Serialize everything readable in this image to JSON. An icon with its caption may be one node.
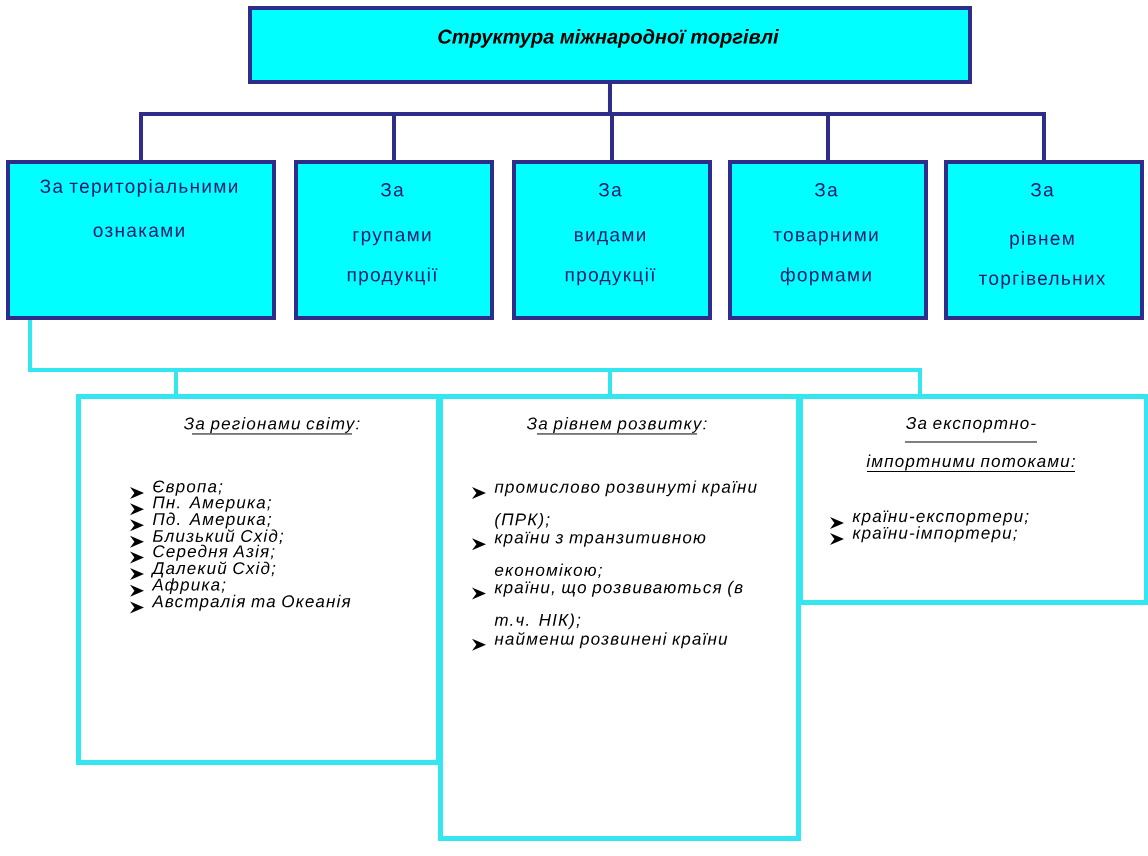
{
  "diagram": {
    "nodes": [
      {
        "text": [
          "Структура міжнародної торгівлі"
        ]
      },
      {
        "text": [
          "За територіальними ознаками"
        ]
      },
      {
        "text": [
          "За",
          "групами продукції"
        ]
      },
      {
        "text": [
          "За",
          "видами продукції"
        ]
      },
      {
        "text": [
          "За",
          "товарними формами"
        ]
      },
      {
        "text": [
          "За",
          "рівнем торгівельних"
        ]
      },
      {
        "text": [
          "За регіонами світу:",
          "Європа;",
          "Пн. Америка;",
          "Пд. Америка;",
          "Близький Схід;",
          "Середня Азія;",
          "Далекий Схід;",
          "Африка;",
          "Австралія та Океанія"
        ]
      },
      {
        "text": [
          "За рівнем розвитку:",
          "промислово розвинуті країни (ПРК);",
          "країни з транзитивною економікою;",
          "країни, що розвиваються (в т.ч. НІК);",
          "найменш розвинені країни"
        ]
      },
      {
        "text": [
          "За експортно-імпортними потоками:",
          "країни-експортери;",
          "країни-імпортери;"
        ]
      }
    ],
    "edges": [
      {
        "from": 0,
        "to": 1,
        "arrow": "none"
      },
      {
        "from": 0,
        "to": 2,
        "arrow": "none"
      },
      {
        "from": 0,
        "to": 3,
        "arrow": "none"
      },
      {
        "from": 0,
        "to": 4,
        "arrow": "none"
      },
      {
        "from": 0,
        "to": 5,
        "arrow": "none"
      },
      {
        "from": 1,
        "to": 6,
        "arrow": "none",
        "color": "#33e6f0"
      },
      {
        "from": 1,
        "to": 7,
        "arrow": "none",
        "color": "#33e6f0"
      },
      {
        "from": 1,
        "to": 8,
        "arrow": "none",
        "color": "#33e6f0"
      }
    ]
  }
}
